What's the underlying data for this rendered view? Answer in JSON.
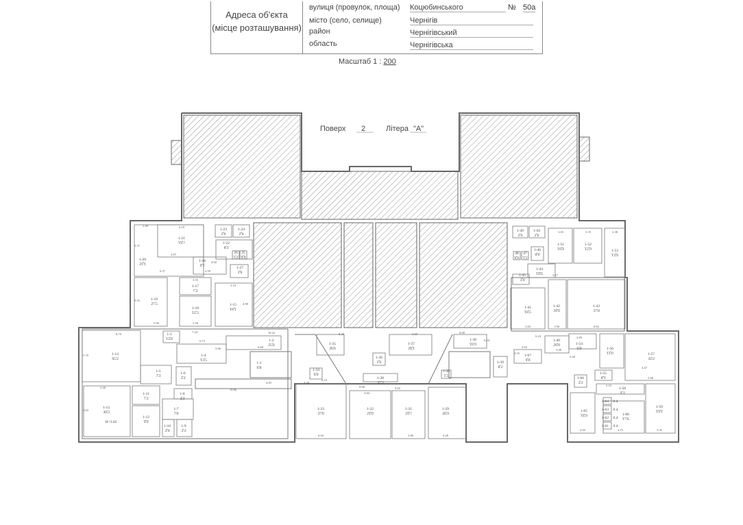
{
  "header": {
    "address_title_1": "Адреса об'єкта",
    "address_title_2": "(місце розташування)",
    "rows": [
      {
        "label": "вулиця (провулок, площа)",
        "value": "Коцюбинського"
      },
      {
        "label": "місто (село, селище)",
        "value": "Чернігів"
      },
      {
        "label": "район",
        "value": "Чернігівський"
      },
      {
        "label": "область",
        "value": "Чернігівська"
      }
    ],
    "number_label": "№",
    "number_value": "50а"
  },
  "scale": {
    "label": "Масштаб",
    "prefix": "1 :",
    "value": "200"
  },
  "floor": {
    "floor_label": "Поверх",
    "floor_value": "2",
    "letter_label": "Літера",
    "letter_value": "\"А\""
  },
  "rooms": [
    {
      "id": "1-21",
      "area": "19.7"
    },
    {
      "id": "1-20",
      "area": "21.1"
    },
    {
      "id": "1-19",
      "area": "27.5"
    },
    {
      "id": "1-17",
      "area": "7.2"
    },
    {
      "id": "1-18",
      "area": "12.3"
    },
    {
      "id": "1-16",
      "area": "9.1"
    },
    {
      "id": "1-15",
      "area": "18.1"
    },
    {
      "id": "1-22",
      "area": "8.3"
    },
    {
      "id": "1-23",
      "area": "2.6"
    },
    {
      "id": "1-24",
      "area": "2.6"
    },
    {
      "id": "26",
      "area": "1.2"
    },
    {
      "id": "25",
      "area": "0.4"
    },
    {
      "id": "1-27",
      "area": "3.8"
    },
    {
      "id": "1-14",
      "area": "45.2"
    },
    {
      "id": "1-13",
      "area": "30.3"
    },
    {
      "id": "1-11",
      "area": "7.3"
    },
    {
      "id": "1-12",
      "area": "9.9"
    },
    {
      "id": "1-3",
      "area": "13.8"
    },
    {
      "id": "1-4",
      "area": "13.5"
    },
    {
      "id": "1-5",
      "area": "7.3"
    },
    {
      "id": "1-6",
      "area": "3.2"
    },
    {
      "id": "1-7",
      "area": "7.0"
    },
    {
      "id": "1-8",
      "area": "2.3"
    },
    {
      "id": "1-10",
      "area": "2.0"
    },
    {
      "id": "1-9",
      "area": "2.3"
    },
    {
      "id": "1-1",
      "area": "6.8"
    },
    {
      "id": "1-2",
      "area": "25.6"
    },
    {
      "id": "1-35",
      "area": "26.6"
    },
    {
      "id": "1-36",
      "area": "2.6"
    },
    {
      "id": "1-37",
      "area": "24.1"
    },
    {
      "id": "1-38",
      "area": "16.9"
    },
    {
      "id": "1-39",
      "area": "8.2"
    },
    {
      "id": "1-34",
      "area": "4.0"
    },
    {
      "id": "1-28",
      "area": "37.2"
    },
    {
      "id": "1-30",
      "area": "1.5"
    },
    {
      "id": "1-33",
      "area": "37.0"
    },
    {
      "id": "1-32",
      "area": "21.0"
    },
    {
      "id": "1-31",
      "area": "21.7"
    },
    {
      "id": "1-29",
      "area": "26.9"
    },
    {
      "id": "1-51",
      "area": "10.4"
    },
    {
      "id": "1-52",
      "area": "12.9"
    },
    {
      "id": "1-53",
      "area": "13.4"
    },
    {
      "id": "1-49",
      "area": "2.6"
    },
    {
      "id": "1-50",
      "area": "2.6"
    },
    {
      "id": "48",
      "area": "0.6"
    },
    {
      "id": "47",
      "area": "1.2"
    },
    {
      "id": "1-46",
      "area": "8.0"
    },
    {
      "id": "1-44",
      "area": "14.6"
    },
    {
      "id": "1-45",
      "area": "3.0"
    },
    {
      "id": "1-41",
      "area": "18.5"
    },
    {
      "id": "1-42",
      "area": "31.0"
    },
    {
      "id": "1-43",
      "area": "37.8"
    },
    {
      "id": "1-40",
      "area": "20.8"
    },
    {
      "id": "1-54",
      "area": "6.9"
    },
    {
      "id": "1-67",
      "area": "9.0"
    },
    {
      "id": "1-56",
      "area": "11.0"
    },
    {
      "id": "1-57",
      "area": "32.2"
    },
    {
      "id": "1-55",
      "area": "8.1"
    },
    {
      "id": "1-66",
      "area": "3.3"
    },
    {
      "id": "1-58",
      "area": "9.3"
    },
    {
      "id": "1-65",
      "area": "14.9"
    },
    {
      "id": "1-60",
      "area": "17.6"
    },
    {
      "id": "1-59",
      "area": "19.1"
    },
    {
      "id": "1-64",
      "area": "0.4"
    },
    {
      "id": "1-63",
      "area": "0.4"
    },
    {
      "id": "1-62",
      "area": "0.4"
    },
    {
      "id": "1-61",
      "area": "0.4"
    }
  ],
  "height_note": "Н=3.05",
  "dimensions": [
    "6.10",
    "2.40",
    "5.37",
    "3.97",
    "6.37",
    "5.55",
    "5.00",
    "3.55",
    "3.50",
    "4.02",
    "2.59",
    "3.10",
    "4.90",
    "8.70",
    "5.70",
    "5.40",
    "3.63",
    "7.24",
    "6.73",
    "5.66",
    "10.22",
    "6.60",
    "4.85",
    "10.86",
    "8.20",
    "5.50",
    "8.00",
    "6.54",
    "9.65",
    "8.90",
    "6.10",
    "4.30",
    "6.04",
    "4.84",
    "3.06",
    "4.28",
    "2.65",
    "3.35",
    "2.38",
    "4.17",
    "3.82",
    "1.90",
    "6.63",
    "6.24",
    "4.65",
    "4.55",
    "5.00",
    "3.40",
    "2.85",
    "5.68",
    "4.47",
    "5.10",
    "2.03",
    "4.75",
    "3.35"
  ]
}
